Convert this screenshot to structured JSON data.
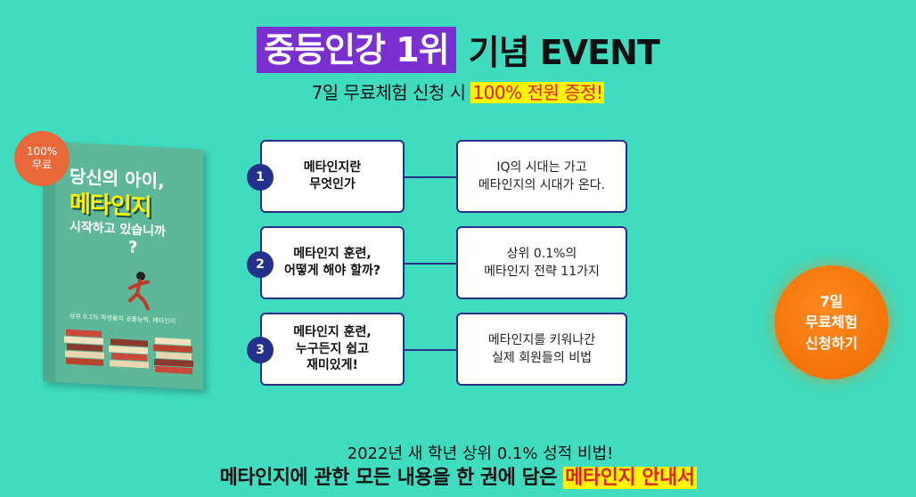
{
  "header": {
    "title_highlight": "중등인강 1위",
    "title_rest": "기념 EVENT",
    "subtitle_prefix": "7일 무료체험 신청 시 ",
    "subtitle_highlight": "100% 전원 증정!"
  },
  "badge": {
    "line1": "100%",
    "line2": "무료"
  },
  "book": {
    "title1": "당신의 아이,",
    "title2": "메타인지",
    "title3": "시작하고 있습니까",
    "question": "?",
    "caption": "상위 0.1% 학생들의 공통능력, 메타인지"
  },
  "steps": [
    {
      "num": "1",
      "left": [
        "메타인지란",
        "무엇인가"
      ],
      "right": [
        "IQ의 시대는 가고",
        "메타인지의 시대가 온다."
      ]
    },
    {
      "num": "2",
      "left": [
        "메타인지 훈련,",
        "어떻게 해야 할까?"
      ],
      "right": [
        "상위 0.1%의",
        "메타인지 전략 11가지"
      ]
    },
    {
      "num": "3",
      "left": [
        "메타인지 훈련,",
        "누구든지 쉽고",
        "재미있게!"
      ],
      "right": [
        "메타인지를 키워나간",
        "실제 회원들의 비법"
      ]
    }
  ],
  "cta": {
    "line1": "7일",
    "line2": "무료체험",
    "line3": "신청하기"
  },
  "footer": {
    "line1": "2022년 새 학년 상위 0.1% 성적 비법!",
    "line2_prefix": "메타인지에 관한 모든 내용을 한 권에 담은 ",
    "line2_highlight": "메타인지 안내서"
  },
  "colors": {
    "background": "#3fdcc0",
    "purple": "#7a2fd0",
    "navy": "#25308c",
    "orange": "#f06a00",
    "yellow": "#fff400",
    "red": "#e0202a"
  }
}
